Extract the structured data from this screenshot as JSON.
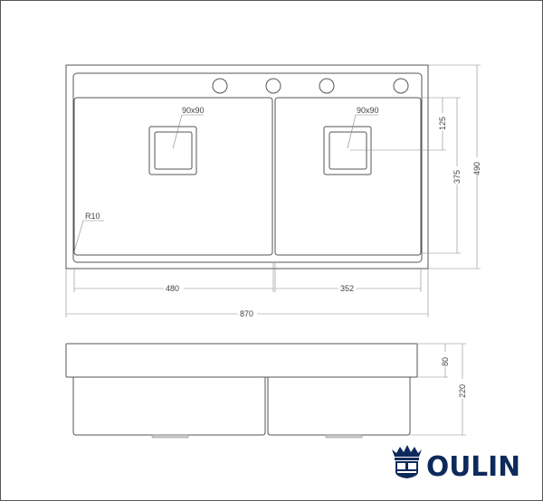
{
  "top_view": {
    "drain_label_left": "90x90",
    "drain_label_right": "90x90",
    "radius_label": "R10",
    "dim_left_bowl": "480",
    "dim_right_bowl": "352",
    "dim_total_width": "870",
    "dim_drain_offset": "125",
    "dim_bowl_depth": "375",
    "dim_total_depth": "490"
  },
  "side_view": {
    "dim_deck_height": "80",
    "dim_total_height": "220"
  },
  "brand": {
    "name": "OULIN",
    "color": "#0e2a5c"
  }
}
